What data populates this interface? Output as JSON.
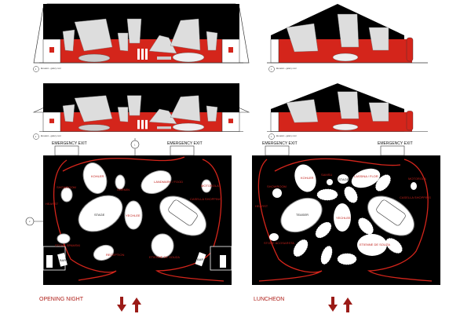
{
  "colors": {
    "accent": "#d4251b",
    "dark": "#000000",
    "arrow": "#9b1b17"
  },
  "elevations": [
    {
      "marker": "2",
      "caption": "Elevation - gallery mod"
    },
    {
      "marker": "1",
      "caption": "Elevation - gallery mod"
    },
    {
      "marker": "2",
      "caption": "Elevation - gallery mod"
    },
    {
      "marker": "1",
      "caption": "Elevation - gallery mod"
    }
  ],
  "section_marker": "1",
  "side_marker": "2",
  "plans": [
    {
      "title": "OPENING NIGHT",
      "exits": [
        "EMERGENCY EXIT",
        "EMERGENCY EXIT"
      ],
      "labels": {
        "kohler": "KOHLER",
        "garmin": "GARMIN",
        "landmark": "LANDMARK / FOOD",
        "motorola": "MOTOROLA",
        "showroom": "SHOWROOM",
        "hearst": "HEARST",
        "stage": "STAGE",
        "yechlee": "YECHLEE",
        "casella": "CASELLA SHOPPING",
        "stone": "STONE SPAMSKI",
        "reception": "RECEPTION",
        "etienne": "ETIENNE DE SOUZA",
        "bar_left": "BAR",
        "bar_right": "BAR"
      }
    },
    {
      "title": "LUNCHEON",
      "exits": [
        "EMERGENCY EXIT",
        "EMERGENCY EXIT"
      ],
      "labels": {
        "kohler": "KOHLER",
        "samsung": "SAMSU",
        "stage": "STAGE",
        "lassina": "LASSINA / FLOR",
        "motorola": "MOTOROLA",
        "showroom": "SHOWROOM",
        "hearst": "HEARST",
        "teaser": "TEASER",
        "yechlee": "YECHLEE",
        "casella": "CASELLA SHOPPING",
        "etienne": "ETIENNE DE SOUZA",
        "stone": "STONE ACOSARSTA"
      }
    }
  ]
}
